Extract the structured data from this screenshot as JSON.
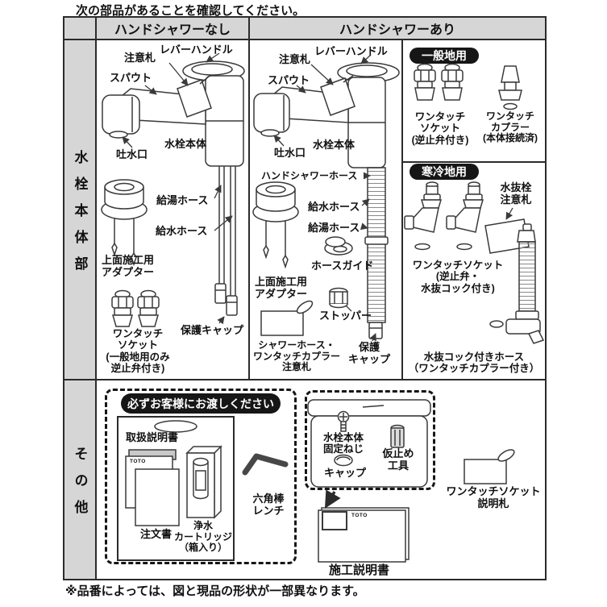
{
  "title": "次の部品があることを確認してください。",
  "footnote": "※品番によっては、図と現品の形状が一部異なります。",
  "headers": {
    "no_shower": "ハンドシャワーなし",
    "with_shower": "ハンドシャワーあり",
    "body_section": "水栓本体部",
    "others_section": "その他"
  },
  "no_shower": {
    "lever_handle": "レバーハンドル",
    "caution_tag": "注意札",
    "spout": "スパウト",
    "outlet": "吐水口",
    "body": "水栓本体",
    "hot_hose": "給湯ホース",
    "water_hose": "給水ホース",
    "adapter": "上面施工用\nアダプター",
    "socket": "ワンタッチ\nソケット\n(一般地用のみ\n逆止弁付き)",
    "cap": "保護キャップ"
  },
  "with_shower": {
    "lever_handle": "レバーハンドル",
    "caution_tag": "注意札",
    "spout": "スパウト",
    "outlet": "吐水口",
    "body": "水栓本体",
    "shower_hose": "ハンドシャワーホース",
    "water_hose": "給水ホース",
    "hot_hose": "給湯ホース",
    "hose_guide": "ホースガイド",
    "adapter": "上面施工用\nアダプター",
    "stopper": "ストッパー",
    "shower_tag": "シャワーホース・\nワンタッチカプラー\n注意札",
    "cap": "保護\nキャップ"
  },
  "general": {
    "badge": "一般地用",
    "socket": "ワンタッチ\nソケット\n(逆止弁付き)",
    "coupler": "ワンタッチ\nカプラー\n(本体接続済)"
  },
  "cold": {
    "badge": "寒冷地用",
    "drain_tag": "水抜栓\n注意札",
    "socket": "ワンタッチソケット\n(逆止弁・\n水抜コック付き)",
    "hose": "水抜コック付きホース\n（ワンタッチカプラー付き）"
  },
  "others": {
    "handover": "必ずお客様にお渡しください",
    "manual": "取扱説明書",
    "order": "注文書",
    "cartridge": "浄水\nカートリッジ\n（箱入り）",
    "wrench": "六角棒\nレンチ",
    "screw": "水栓本体\n固定ねじ",
    "cap": "キャップ",
    "tool": "仮止め\n工具",
    "install_manual": "施工説明書",
    "socket_tag": "ワンタッチソケット\n説明札",
    "brand": "TOTO"
  }
}
